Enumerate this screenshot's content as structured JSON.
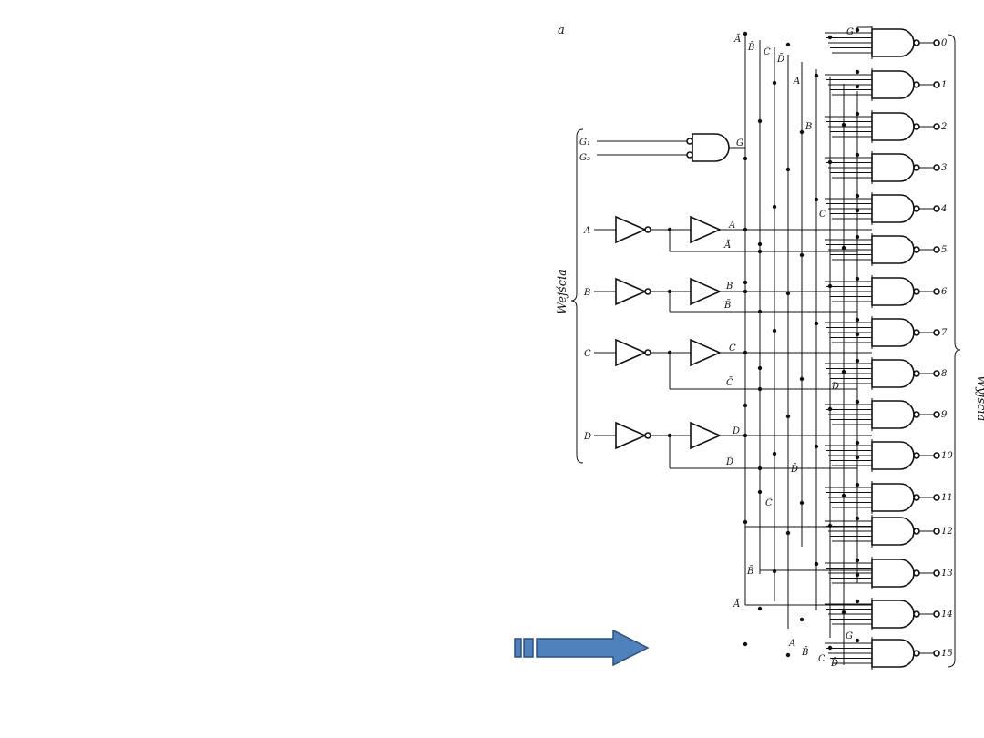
{
  "figure": {
    "panel_letter": "a",
    "inputs_label": "Wejścia",
    "outputs_label": "Wyjścia",
    "enable_inputs": [
      "G₁",
      "G₂"
    ],
    "enable_output": "G",
    "data_inputs": [
      "A",
      "B",
      "C",
      "D"
    ],
    "buffer_true": [
      "A",
      "B",
      "C",
      "D"
    ],
    "buffer_inverted": [
      "Ā",
      "B̄",
      "C̄",
      "D̄"
    ],
    "bus_top": [
      "Ā",
      "B̄",
      "C̄",
      "D̄"
    ],
    "bus_markers": [
      "A",
      "B",
      "C",
      "D",
      "D̄",
      "C̄",
      "B̄",
      "Ā"
    ],
    "bottom_letters": [
      "A",
      "B̄",
      "C",
      "D̄"
    ],
    "g_labels": [
      "G",
      "G"
    ],
    "outputs": [
      "0",
      "1",
      "2",
      "3",
      "4",
      "5",
      "6",
      "7",
      "8",
      "9",
      "10",
      "11",
      "12",
      "13",
      "14",
      "15"
    ]
  },
  "navigation": {
    "next_icon": "arrow-right-icon"
  },
  "colors": {
    "arrow_fill": "#4f81bd",
    "arrow_stroke": "#2f4f7f",
    "ink": "#111111"
  }
}
